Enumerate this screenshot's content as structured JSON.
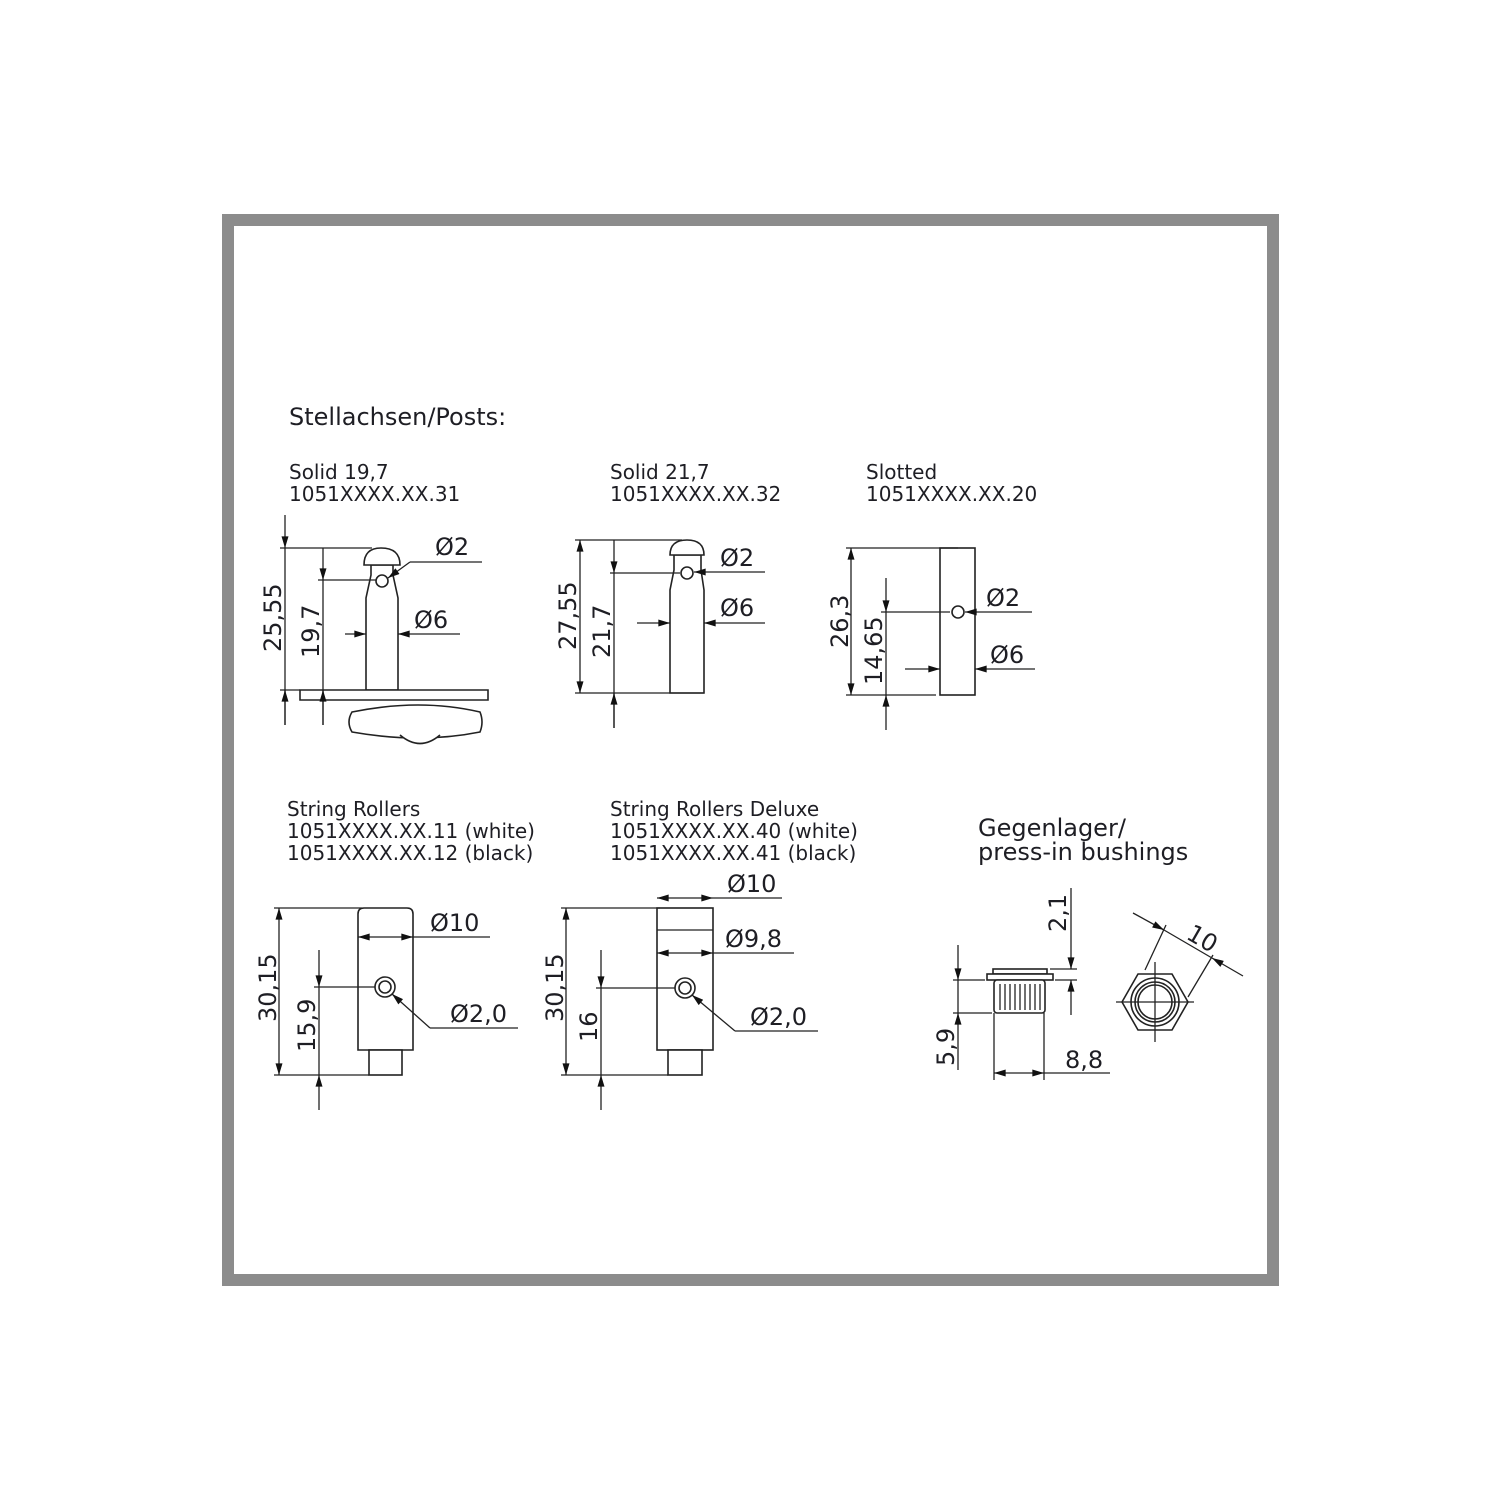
{
  "heading": "Stellachsen/Posts:",
  "posts": [
    {
      "name": "Solid 19,7",
      "part_no": "1051XXXX.XX.31",
      "dims": {
        "total": "25,55",
        "height": "19,7",
        "hole": "Ø2",
        "dia": "Ø6"
      }
    },
    {
      "name": "Solid 21,7",
      "part_no": "1051XXXX.XX.32",
      "dims": {
        "total": "27,55",
        "height": "21,7",
        "hole": "Ø2",
        "dia": "Ø6"
      }
    },
    {
      "name": "Slotted",
      "part_no": "1051XXXX.XX.20",
      "dims": {
        "total": "26,3",
        "height": "14,65",
        "hole": "Ø2",
        "dia": "Ø6"
      }
    }
  ],
  "rollers": [
    {
      "name": "String Rollers",
      "part_white": "1051XXXX.XX.11 (white)",
      "part_black": "1051XXXX.XX.12 (black)",
      "dims": {
        "total": "30,15",
        "height": "15,9",
        "dia": "Ø10",
        "hole": "Ø2,0"
      }
    },
    {
      "name": "String Rollers Deluxe",
      "part_white": "1051XXXX.XX.40 (white)",
      "part_black": "1051XXXX.XX.41 (black)",
      "dims": {
        "total": "30,15",
        "height": "16",
        "dia_top": "Ø10",
        "dia": "Ø9,8",
        "hole": "Ø2,0"
      }
    }
  ],
  "bushing": {
    "title_line1": "Gegenlager/",
    "title_line2": "press-in bushings",
    "dims": {
      "height": "5,9",
      "flange": "2,1",
      "dia": "8,8",
      "hex": "10"
    }
  }
}
